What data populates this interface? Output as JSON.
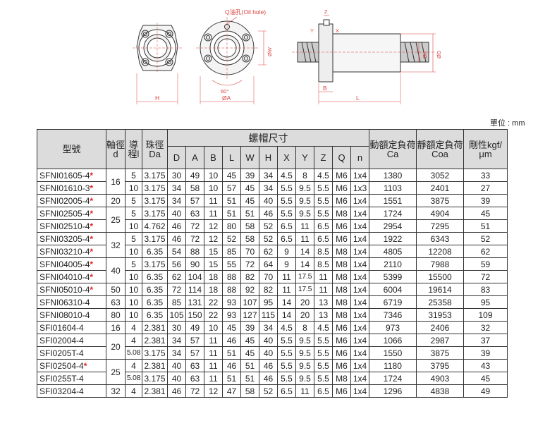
{
  "drawing": {
    "labels": {
      "oil_hole": "Q油孔(Oil hole)",
      "z": "Z",
      "y": "Y",
      "x": "X",
      "h": "H",
      "w": "ØW",
      "a": "ØA",
      "angle": "60°",
      "b": "B",
      "l": "L",
      "d": "Ød",
      "D": "ØD"
    }
  },
  "unit": "單位 : mm",
  "headers": {
    "model": "型號",
    "shaft": "軸徑d",
    "lead": "導程l",
    "ball": "珠徑Da",
    "nut_dims": "螺帽尺寸",
    "dims": [
      "D",
      "A",
      "B",
      "L",
      "W",
      "H",
      "X",
      "Y",
      "Z",
      "Q",
      "n"
    ],
    "dyn": "動額定負荷 Ca",
    "stat": "靜額定負荷 Coa",
    "stiff": "剛性kgf/μm"
  },
  "star_symbol": "*",
  "rows": [
    {
      "model": "SFNI01605-4",
      "star": true,
      "d": "16",
      "l": "5",
      "da": "3.175",
      "dims": [
        "30",
        "49",
        "10",
        "45",
        "39",
        "34",
        "4.5",
        "8",
        "4.5",
        "M6",
        "1x4"
      ],
      "ca": "1380",
      "coa": "3052",
      "k": "33"
    },
    {
      "model": "SFNI01610-3",
      "star": true,
      "d": null,
      "l": "10",
      "da": "3.175",
      "dims": [
        "34",
        "58",
        "10",
        "57",
        "45",
        "34",
        "5.5",
        "9.5",
        "5.5",
        "M6",
        "1x3"
      ],
      "ca": "1103",
      "coa": "2401",
      "k": "27"
    },
    {
      "model": "SFNI02005-4",
      "star": true,
      "d": "20",
      "l": "5",
      "da": "3.175",
      "dims": [
        "34",
        "57",
        "11",
        "51",
        "45",
        "40",
        "5.5",
        "9.5",
        "5.5",
        "M6",
        "1x4"
      ],
      "ca": "1551",
      "coa": "3875",
      "k": "39"
    },
    {
      "model": "SFNI02505-4",
      "star": true,
      "d": "25",
      "l": "5",
      "da": "3.175",
      "dims": [
        "40",
        "63",
        "11",
        "51",
        "51",
        "46",
        "5.5",
        "9.5",
        "5.5",
        "M8",
        "1x4"
      ],
      "ca": "1724",
      "coa": "4904",
      "k": "45"
    },
    {
      "model": "SFNI02510-4",
      "star": true,
      "d": null,
      "l": "10",
      "da": "4.762",
      "dims": [
        "46",
        "72",
        "12",
        "80",
        "58",
        "52",
        "6.5",
        "11",
        "6.5",
        "M6",
        "1x4"
      ],
      "ca": "2954",
      "coa": "7295",
      "k": "51"
    },
    {
      "model": "SFNI03205-4",
      "star": true,
      "d": "32",
      "l": "5",
      "da": "3.175",
      "dims": [
        "46",
        "72",
        "12",
        "52",
        "58",
        "52",
        "6.5",
        "11",
        "6.5",
        "M6",
        "1x4"
      ],
      "ca": "1922",
      "coa": "6343",
      "k": "52"
    },
    {
      "model": "SFNI03210-4",
      "star": true,
      "d": null,
      "l": "10",
      "da": "6.35",
      "dims": [
        "54",
        "88",
        "15",
        "85",
        "70",
        "62",
        "9",
        "14",
        "8.5",
        "M8",
        "1x4"
      ],
      "ca": "4805",
      "coa": "12208",
      "k": "62"
    },
    {
      "model": "SFNI04005-4",
      "star": true,
      "d": "40",
      "l": "5",
      "da": "3.175",
      "dims": [
        "56",
        "90",
        "15",
        "55",
        "72",
        "64",
        "9",
        "14",
        "8.5",
        "M8",
        "1x4"
      ],
      "ca": "2110",
      "coa": "7988",
      "k": "59"
    },
    {
      "model": "SFNI04010-4",
      "star": true,
      "d": null,
      "l": "10",
      "da": "6.35",
      "dims": [
        "62",
        "104",
        "18",
        "88",
        "82",
        "70",
        "11",
        "17.5",
        "11",
        "M8",
        "1x4"
      ],
      "ca": "5399",
      "coa": "15500",
      "k": "72"
    },
    {
      "model": "SFNI05010-4",
      "star": true,
      "d": "50",
      "l": "10",
      "da": "6.35",
      "dims": [
        "72",
        "114",
        "18",
        "88",
        "92",
        "82",
        "11",
        "17.5",
        "11",
        "M8",
        "1x4"
      ],
      "ca": "6004",
      "coa": "19614",
      "k": "83"
    },
    {
      "model": "SFNI06310-4",
      "star": false,
      "d": "63",
      "l": "10",
      "da": "6.35",
      "dims": [
        "85",
        "131",
        "22",
        "93",
        "107",
        "95",
        "14",
        "20",
        "13",
        "M8",
        "1x4"
      ],
      "ca": "6719",
      "coa": "25358",
      "k": "95"
    },
    {
      "model": "SFNI08010-4",
      "star": false,
      "d": "80",
      "l": "10",
      "da": "6.35",
      "dims": [
        "105",
        "150",
        "22",
        "93",
        "127",
        "115",
        "14",
        "20",
        "13",
        "M8",
        "1x4"
      ],
      "ca": "7346",
      "coa": "31953",
      "k": "109"
    },
    {
      "model": "SFI01604-4",
      "star": false,
      "d": "16",
      "l": "4",
      "da": "2.381",
      "dims": [
        "30",
        "49",
        "10",
        "45",
        "39",
        "34",
        "4.5",
        "8",
        "4.5",
        "M6",
        "1x4"
      ],
      "ca": "973",
      "coa": "2406",
      "k": "32"
    },
    {
      "model": "SFI02004-4",
      "star": false,
      "d": "20",
      "l": "4",
      "da": "2.381",
      "dims": [
        "34",
        "57",
        "11",
        "46",
        "45",
        "40",
        "5.5",
        "9.5",
        "5.5",
        "M6",
        "1x4"
      ],
      "ca": "1066",
      "coa": "2987",
      "k": "37"
    },
    {
      "model": "SFI0205T-4",
      "star": false,
      "d": null,
      "l": "5.08",
      "da": "3.175",
      "dims": [
        "34",
        "57",
        "11",
        "51",
        "45",
        "40",
        "5.5",
        "9.5",
        "5.5",
        "M6",
        "1x4"
      ],
      "ca": "1550",
      "coa": "3875",
      "k": "39"
    },
    {
      "model": "SFI02504-4",
      "star": true,
      "d": "25",
      "l": "4",
      "da": "2.381",
      "dims": [
        "40",
        "63",
        "11",
        "46",
        "51",
        "46",
        "5.5",
        "9.5",
        "5.5",
        "M6",
        "1x4"
      ],
      "ca": "1180",
      "coa": "3795",
      "k": "43"
    },
    {
      "model": "SFI0255T-4",
      "star": false,
      "d": null,
      "l": "5.08",
      "da": "3.175",
      "dims": [
        "40",
        "63",
        "11",
        "51",
        "51",
        "46",
        "5.5",
        "9.5",
        "5.5",
        "M8",
        "1x4"
      ],
      "ca": "1724",
      "coa": "4903",
      "k": "45"
    },
    {
      "model": "SFI03204-4",
      "star": false,
      "d": "32",
      "l": "4",
      "da": "2.381",
      "dims": [
        "46",
        "72",
        "12",
        "47",
        "58",
        "52",
        "6.5",
        "11",
        "6.5",
        "M6",
        "1x4"
      ],
      "ca": "1296",
      "coa": "4838",
      "k": "49"
    }
  ]
}
